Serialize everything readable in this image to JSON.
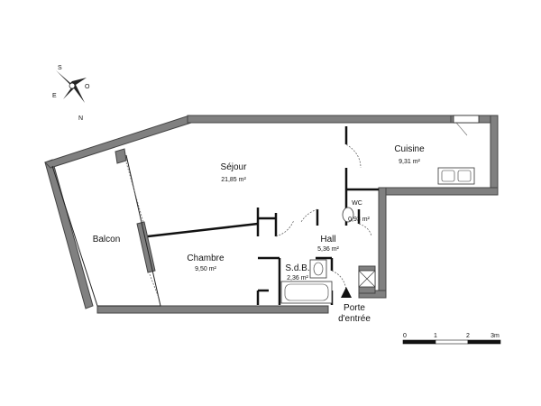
{
  "compass": {
    "north": "N",
    "south": "S",
    "east": "E",
    "west": "O"
  },
  "rooms": {
    "sejour": {
      "name": "Séjour",
      "area": "21,85 m²"
    },
    "cuisine": {
      "name": "Cuisine",
      "area": "9,31 m²"
    },
    "wc": {
      "name": "WC",
      "area": "0,93 m²"
    },
    "hall": {
      "name": "Hall",
      "area": "5,36 m²"
    },
    "chambre": {
      "name": "Chambre",
      "area": "9,50 m²"
    },
    "sdb": {
      "name": "S.d.B.",
      "area": "2,36 m²"
    },
    "balcon": {
      "name": "Balcon"
    }
  },
  "entrance": {
    "line1": "Porte",
    "line2": "d'entrée"
  },
  "scale": {
    "ticks": [
      "0",
      "1",
      "2",
      "3m"
    ]
  },
  "colors": {
    "wall": "#808080",
    "line": "#111111"
  }
}
